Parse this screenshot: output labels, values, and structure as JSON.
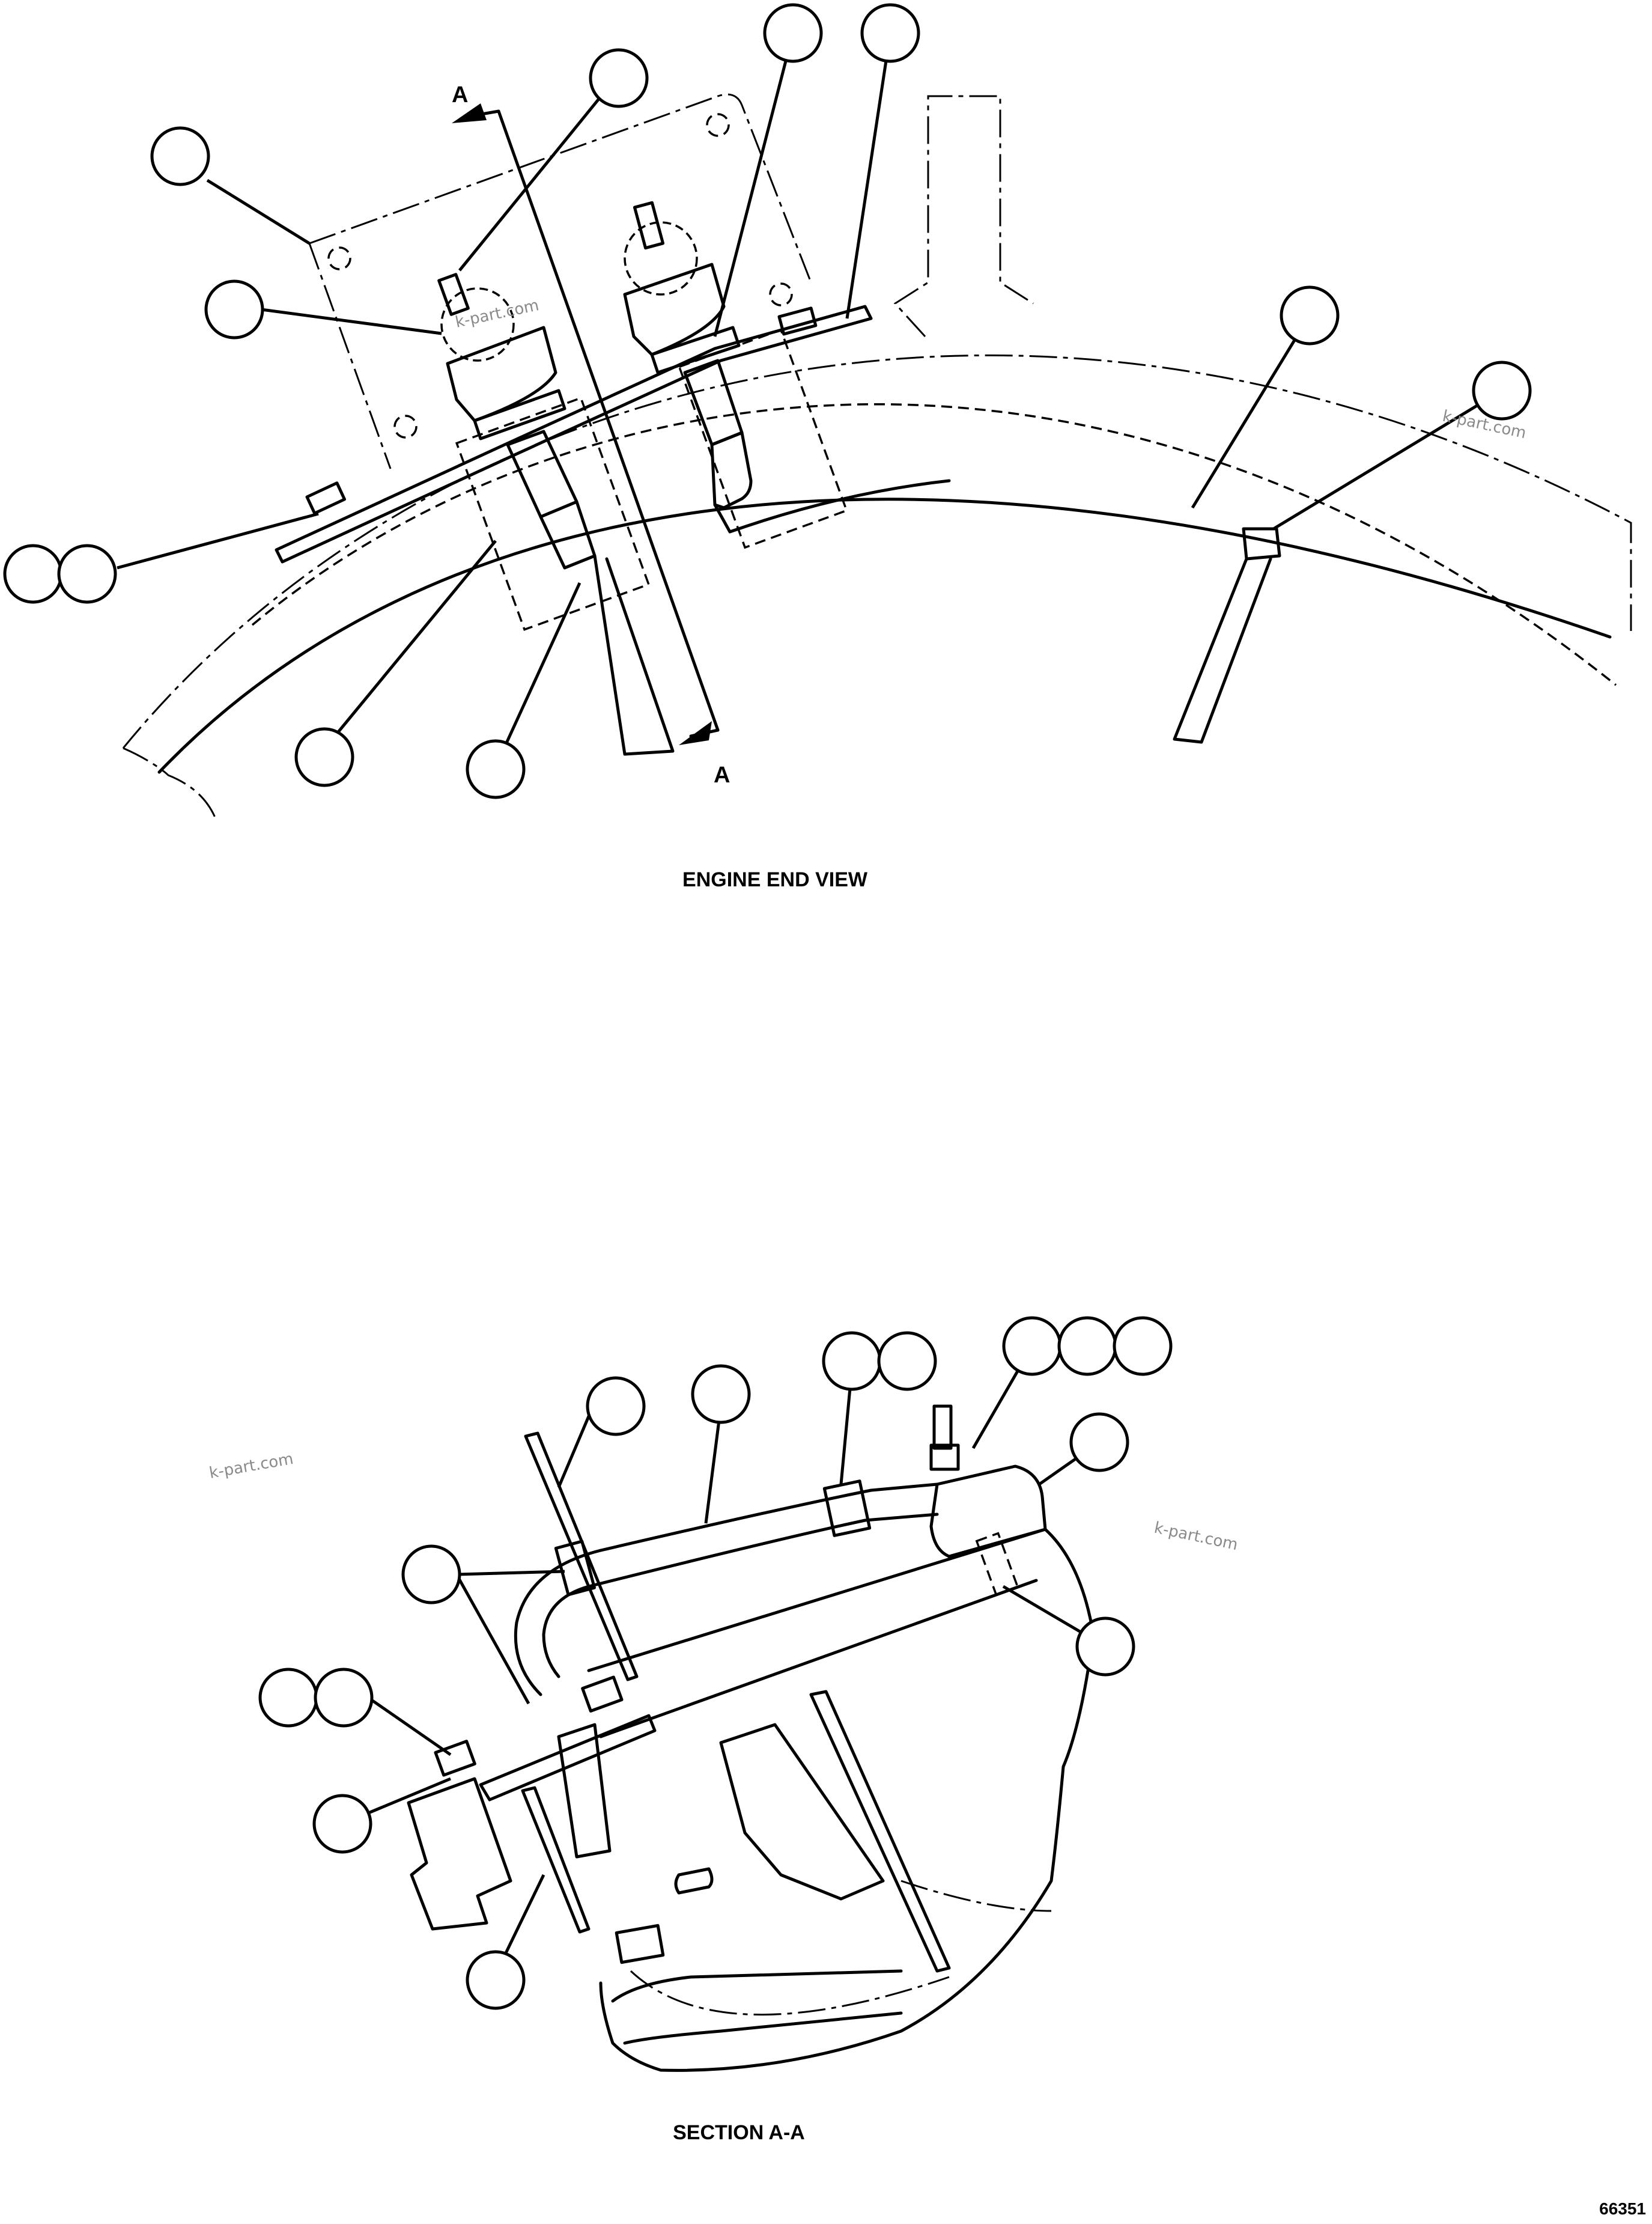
{
  "views": {
    "top_caption": "ENGINE END VIEW",
    "bottom_caption": "SECTION  A-A"
  },
  "section_marker": {
    "top_letter": "A",
    "bottom_letter": "A"
  },
  "watermark": "k-part.com",
  "figure_number": "66351"
}
